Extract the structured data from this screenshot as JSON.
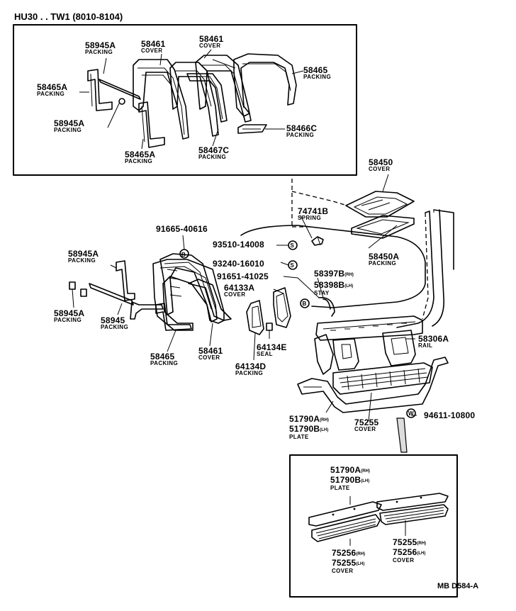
{
  "header": "HU30 . . TW1 (8010-8104)",
  "reference": "MB D584-A",
  "callouts": [
    {
      "part": "58945A",
      "name": "PACKING"
    },
    {
      "part": "58461",
      "name": "COVER"
    },
    {
      "part": "58461",
      "name": "COVER"
    },
    {
      "part": "58465",
      "name": "PACKING"
    },
    {
      "part": "58465A",
      "name": "PACKING"
    },
    {
      "part": "58945A",
      "name": "PACKING"
    },
    {
      "part": "58465A",
      "name": "PACKING"
    },
    {
      "part": "58467C",
      "name": "PACKING"
    },
    {
      "part": "58466C",
      "name": "PACKING"
    },
    {
      "part": "58450",
      "name": "COVER"
    },
    {
      "part": "74741B",
      "name": "SPRING"
    },
    {
      "part": "91665-40616"
    },
    {
      "part": "93510-14008"
    },
    {
      "part": "58450A",
      "name": "PACKING"
    },
    {
      "part": "93240-16010"
    },
    {
      "part": "58397B",
      "suffix": "(RH)"
    },
    {
      "part": "91651-41025"
    },
    {
      "part": "58398B",
      "suffix": "(LH)",
      "name": "STAY"
    },
    {
      "part": "64133A",
      "name": "COVER"
    },
    {
      "part": "58945A",
      "name": "PACKING"
    },
    {
      "part": "58945A",
      "name": "PACKING"
    },
    {
      "part": "58945",
      "name": "PACKING"
    },
    {
      "part": "58306A",
      "name": "RAIL"
    },
    {
      "part": "58465",
      "name": "PACKING"
    },
    {
      "part": "58461",
      "name": "COVER"
    },
    {
      "part": "64134E",
      "name": "SEAL"
    },
    {
      "part": "64134D",
      "name": "PACKING"
    },
    {
      "part": "51790A",
      "suffix": "(RH)"
    },
    {
      "part": "51790B",
      "suffix": "(LH)",
      "name": "PLATE"
    },
    {
      "part": "75255",
      "name": "COVER"
    },
    {
      "part": "94611-10800"
    },
    {
      "part": "51790A",
      "suffix": "(RH)"
    },
    {
      "part": "51790B",
      "suffix": "(LH)",
      "name": "PLATE"
    },
    {
      "part": "75256",
      "suffix": "(RH)"
    },
    {
      "part": "75255",
      "suffix": "(LH)",
      "name": "COVER"
    },
    {
      "part": "75255",
      "suffix": "(RH)"
    },
    {
      "part": "75256",
      "suffix": "(LH)",
      "name": "COVER"
    }
  ],
  "symbols": {
    "bolt": "B",
    "screw": "S",
    "washer": "W"
  }
}
